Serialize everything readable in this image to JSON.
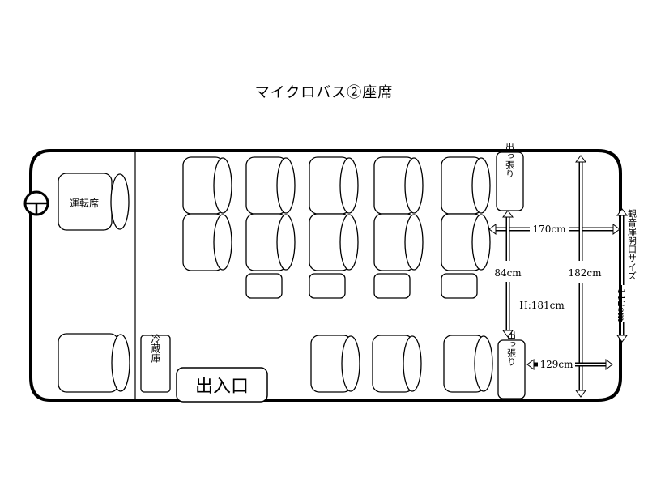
{
  "title": "マイクロバス②座席",
  "labels": {
    "driver_seat": "運転席",
    "fridge": "冷蔵庫",
    "entrance": "出入口",
    "protrusion": "出っ張り",
    "width_top": "170cm",
    "aisle_depth": "84cm",
    "length": "182cm",
    "height": "H:181cm",
    "width_bottom": "129cm",
    "rear_door_size": "観音扉開口サイズ",
    "rear_door_width": "112cm"
  },
  "colors": {
    "line": "#000000",
    "background": "#ffffff"
  },
  "icons": {
    "steering": "steering-wheel-icon",
    "arrow": "double-arrow-icon"
  }
}
